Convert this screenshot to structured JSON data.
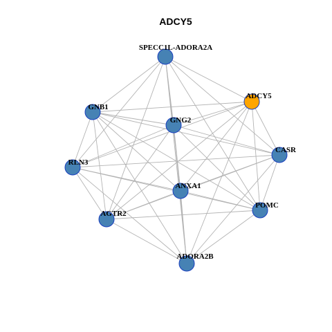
{
  "title": "ADCY5",
  "colors": {
    "default_node": "#4682b4",
    "highlight_node": "#ffa500",
    "node_border": "#1a3fbf",
    "edge": "#b3b3b3"
  },
  "nodes": [
    {
      "id": "SPECC1L-ADORA2A",
      "label": "SPECC1L-ADORA2A",
      "highlight": false
    },
    {
      "id": "ADCY5",
      "label": "ADCY5",
      "highlight": true
    },
    {
      "id": "GNB1",
      "label": "GNB1",
      "highlight": false
    },
    {
      "id": "GNG2",
      "label": "GNG2",
      "highlight": false
    },
    {
      "id": "CASR",
      "label": "CASR",
      "highlight": false
    },
    {
      "id": "RLN3",
      "label": "RLN3",
      "highlight": false
    },
    {
      "id": "ANXA1",
      "label": "ANXA1",
      "highlight": false
    },
    {
      "id": "POMC",
      "label": "POMC",
      "highlight": false
    },
    {
      "id": "AGTR2",
      "label": "AGTR2",
      "highlight": false
    },
    {
      "id": "ADORA2B",
      "label": "ADORA2B",
      "highlight": false
    }
  ],
  "edges": [
    [
      "SPECC1L-ADORA2A",
      "GNB1"
    ],
    [
      "SPECC1L-ADORA2A",
      "GNG2"
    ],
    [
      "SPECC1L-ADORA2A",
      "ADCY5"
    ],
    [
      "SPECC1L-ADORA2A",
      "CASR"
    ],
    [
      "SPECC1L-ADORA2A",
      "RLN3"
    ],
    [
      "SPECC1L-ADORA2A",
      "ANXA1"
    ],
    [
      "SPECC1L-ADORA2A",
      "AGTR2"
    ],
    [
      "SPECC1L-ADORA2A",
      "POMC"
    ],
    [
      "SPECC1L-ADORA2A",
      "ADORA2B"
    ],
    [
      "GNB1",
      "GNG2"
    ],
    [
      "GNB1",
      "ADCY5"
    ],
    [
      "GNB1",
      "CASR"
    ],
    [
      "GNB1",
      "RLN3"
    ],
    [
      "GNB1",
      "ANXA1"
    ],
    [
      "GNB1",
      "AGTR2"
    ],
    [
      "GNB1",
      "POMC"
    ],
    [
      "GNB1",
      "ADORA2B"
    ],
    [
      "GNG2",
      "ADCY5"
    ],
    [
      "GNG2",
      "CASR"
    ],
    [
      "GNG2",
      "RLN3"
    ],
    [
      "GNG2",
      "ANXA1"
    ],
    [
      "GNG2",
      "AGTR2"
    ],
    [
      "GNG2",
      "POMC"
    ],
    [
      "GNG2",
      "ADORA2B"
    ],
    [
      "ADCY5",
      "CASR"
    ],
    [
      "ADCY5",
      "RLN3"
    ],
    [
      "ADCY5",
      "ANXA1"
    ],
    [
      "ADCY5",
      "AGTR2"
    ],
    [
      "ADCY5",
      "POMC"
    ],
    [
      "ADCY5",
      "ADORA2B"
    ],
    [
      "CASR",
      "RLN3"
    ],
    [
      "CASR",
      "ANXA1"
    ],
    [
      "CASR",
      "AGTR2"
    ],
    [
      "CASR",
      "POMC"
    ],
    [
      "CASR",
      "ADORA2B"
    ],
    [
      "RLN3",
      "ANXA1"
    ],
    [
      "RLN3",
      "AGTR2"
    ],
    [
      "RLN3",
      "POMC"
    ],
    [
      "RLN3",
      "ADORA2B"
    ],
    [
      "ANXA1",
      "AGTR2"
    ],
    [
      "ANXA1",
      "POMC"
    ],
    [
      "ANXA1",
      "ADORA2B"
    ],
    [
      "AGTR2",
      "POMC"
    ],
    [
      "AGTR2",
      "ADORA2B"
    ],
    [
      "POMC",
      "ADORA2B"
    ]
  ]
}
